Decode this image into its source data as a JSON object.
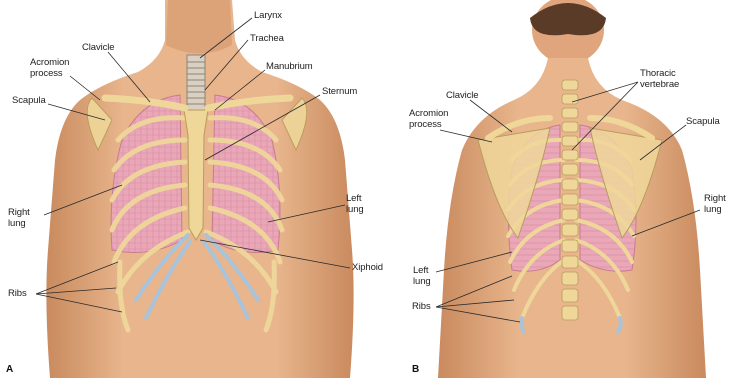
{
  "panel_a": {
    "letter": "A",
    "labels": {
      "larynx": "Larynx",
      "trachea": "Trachea",
      "clavicle": "Clavicle",
      "acromion": "Acromion\nprocess",
      "manubrium": "Manubrium",
      "scapula": "Scapula",
      "sternum": "Sternum",
      "right_lung": "Right\nlung",
      "left_lung": "Left\nlung",
      "xiphoid": "Xiphoid",
      "ribs": "Ribs"
    }
  },
  "panel_b": {
    "letter": "B",
    "labels": {
      "clavicle": "Clavicle",
      "thoracic": "Thoracic\nvertebrae",
      "acromion": "Acromion\nprocess",
      "scapula": "Scapula",
      "right_lung": "Right\nlung",
      "left_lung": "Left\nlung",
      "ribs": "Ribs"
    }
  },
  "colors": {
    "skin": "#e8b58c",
    "skin_shadow": "#c98a5e",
    "bone": "#efd79a",
    "lung": "#e9a7b8",
    "cartilage": "#a9c3da",
    "hair": "#5a3b28",
    "leader": "#2a2a2a"
  }
}
